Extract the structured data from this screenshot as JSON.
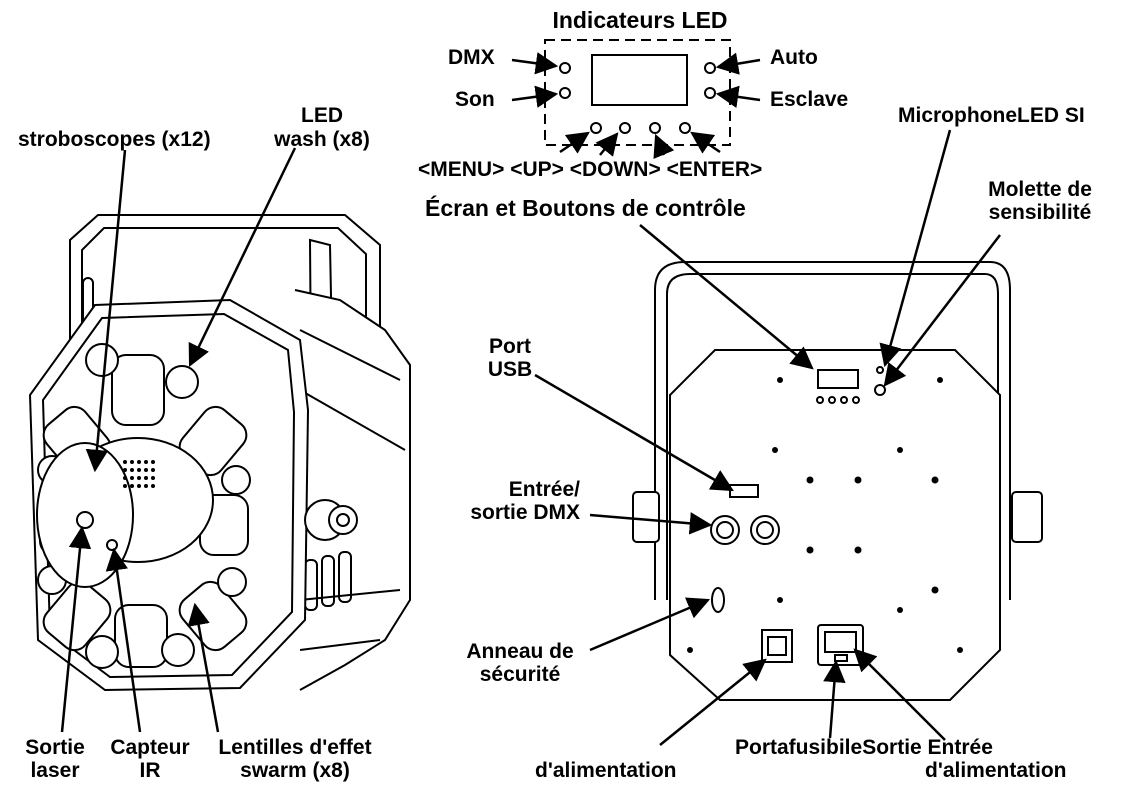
{
  "labels": {
    "led_indicators": "Indicateurs LED",
    "dmx": "DMX",
    "son": "Son",
    "auto": "Auto",
    "esclave": "Esclave",
    "buttons_row": "<MENU> <UP> <DOWN> <ENTER>",
    "ecran_boutons": "Écran et Boutons de contrôle",
    "microphone": "MicrophoneLED SI",
    "molette_1": "Molette de",
    "molette_2": "sensibilité",
    "stroboscopes": "stroboscopes (x12)",
    "led_wash_1": "LED",
    "led_wash_2": "wash (x8)",
    "port_usb_1": "Port",
    "port_usb_2": "USB",
    "dmx_io_1": "Entrée/",
    "dmx_io_2": "sortie DMX",
    "anneau_1": "Anneau de",
    "anneau_2": "sécurité",
    "sortie_laser_1": "Sortie",
    "sortie_laser_2": "laser",
    "capteur_1": "Capteur",
    "capteur_2": "IR",
    "lentilles_1": "Lentilles d'effet",
    "lentilles_2": "swarm (x8)",
    "alim_out": "d'alimentation",
    "portafusibile": "PortafusibileSortie Entrée",
    "alim_in": "d'alimentation"
  },
  "colors": {
    "ink": "#000000",
    "paper": "#ffffff",
    "shade": "#d9d9d9"
  }
}
